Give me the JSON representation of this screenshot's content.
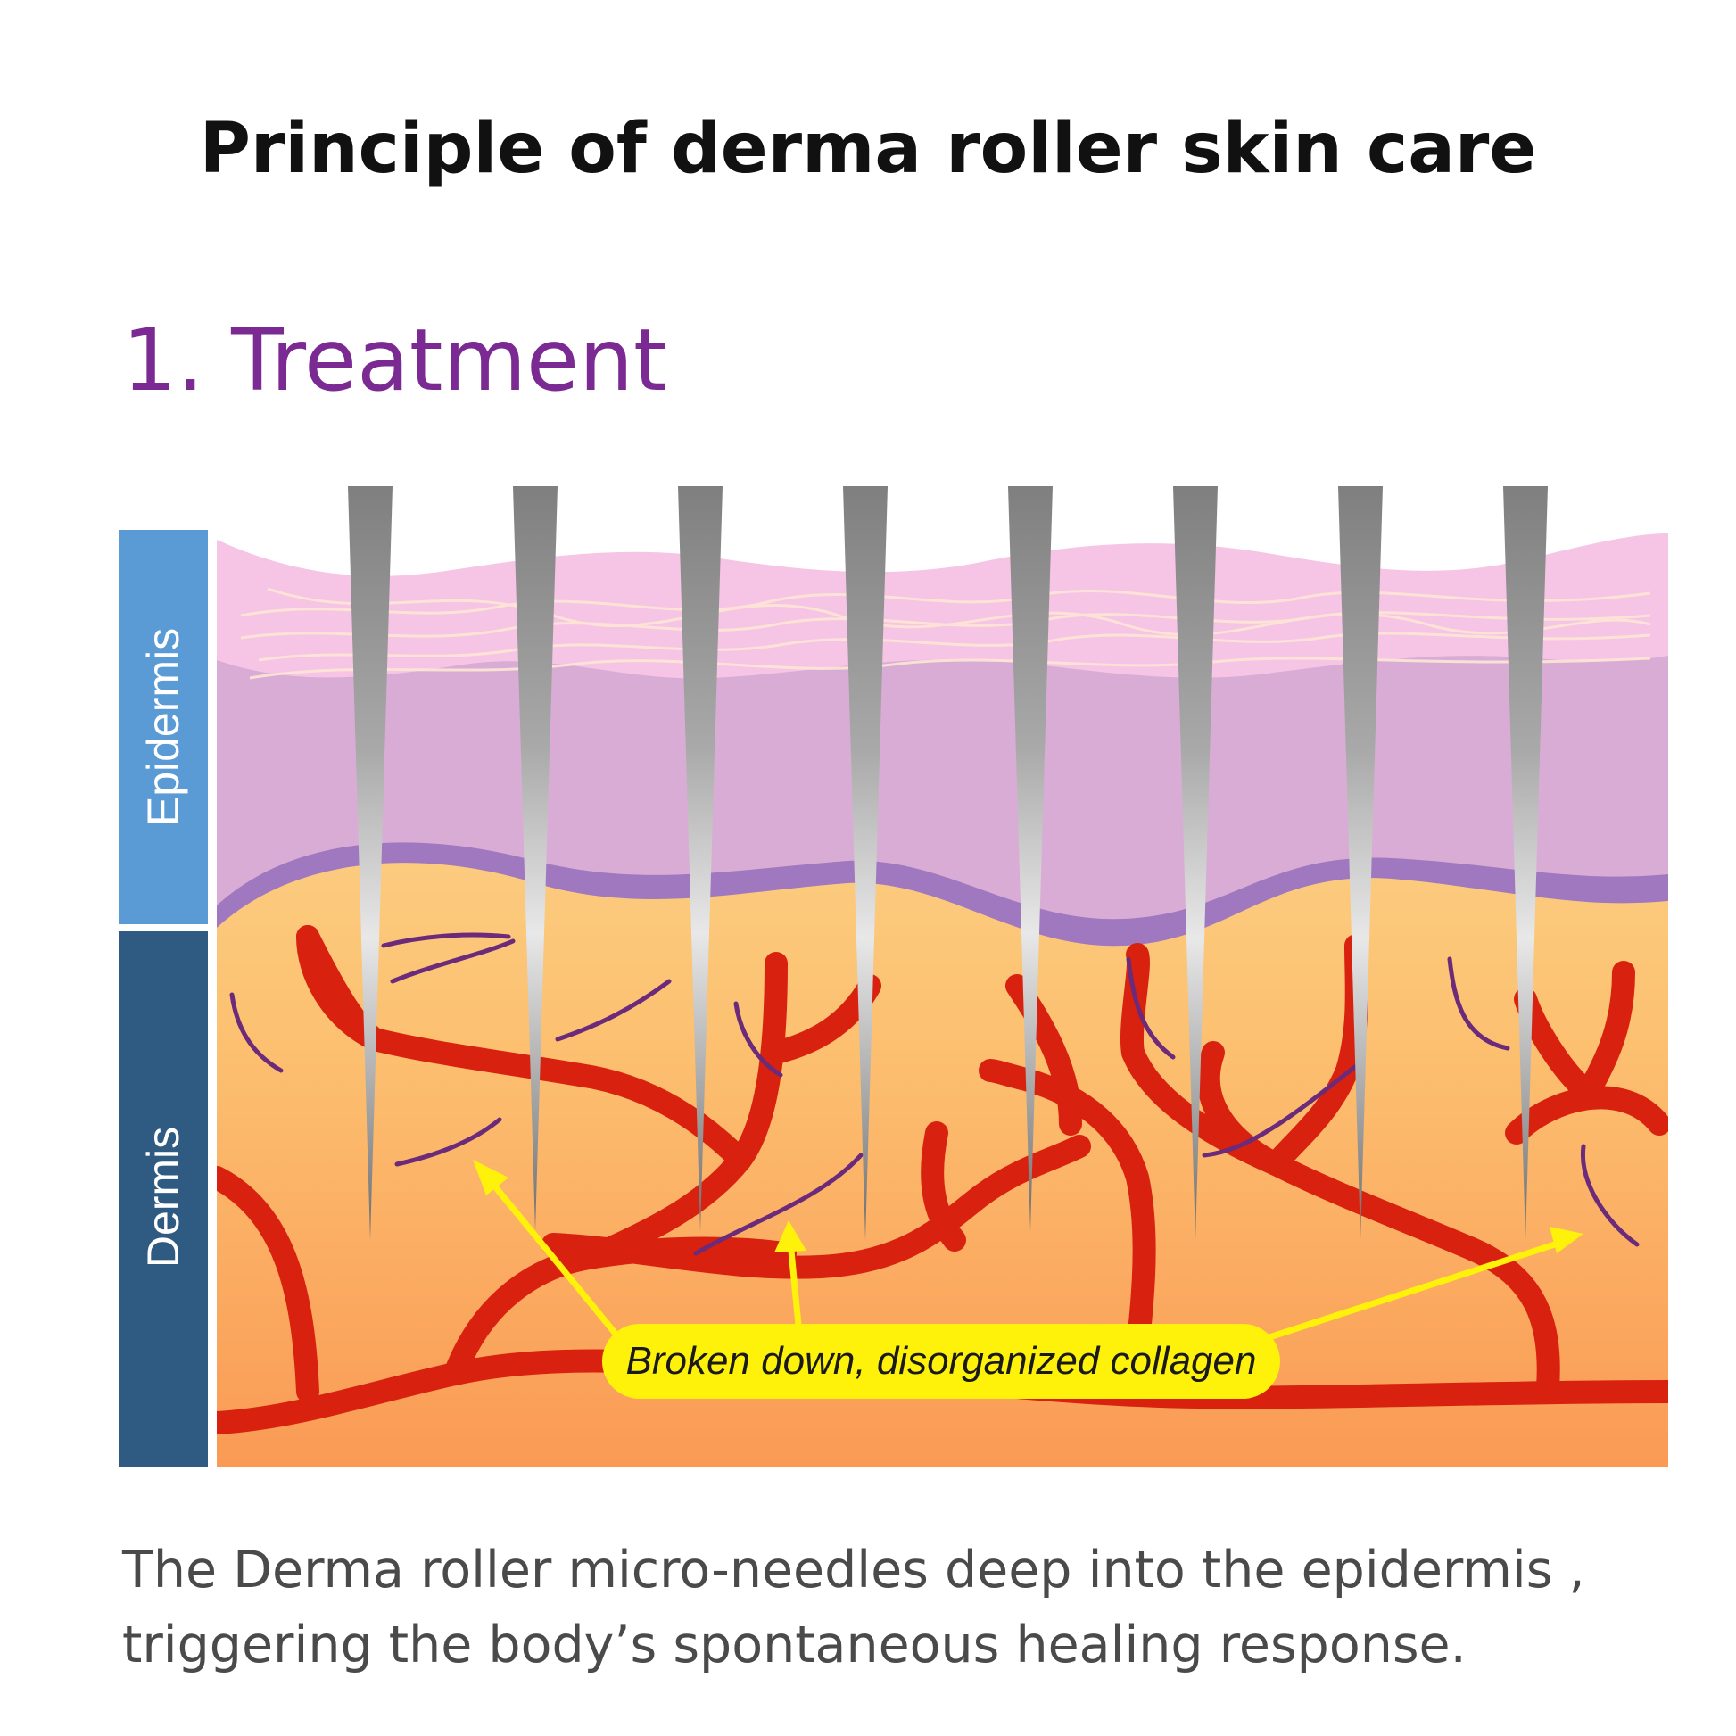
{
  "title": "Principle of derma roller skin care",
  "section": "1. Treatment",
  "diagram": {
    "layer_labels": {
      "upper": "Epidermis",
      "lower": "Dermis"
    },
    "callout": "Broken down, disorganized collagen",
    "colors": {
      "epidermis_label": "#5b9bd5",
      "dermis_label": "#2f5b82",
      "stratum_corneum": "#f6c4e4",
      "epidermis": "#d8acd4",
      "basal_layer": "#9f78bf",
      "dermis_top": "#fdd98e",
      "dermis_bottom": "#fb9b55",
      "vessels": "#d9210f",
      "collagen": "#6b2a7a",
      "callout_fill": "#fff20a",
      "needle": "#8a8a8a"
    },
    "needle_count": 8
  },
  "caption": {
    "line1": "The Derma roller micro-needles deep into the epidermis ,",
    "line2": "triggering the body’s spontaneous healing response."
  }
}
